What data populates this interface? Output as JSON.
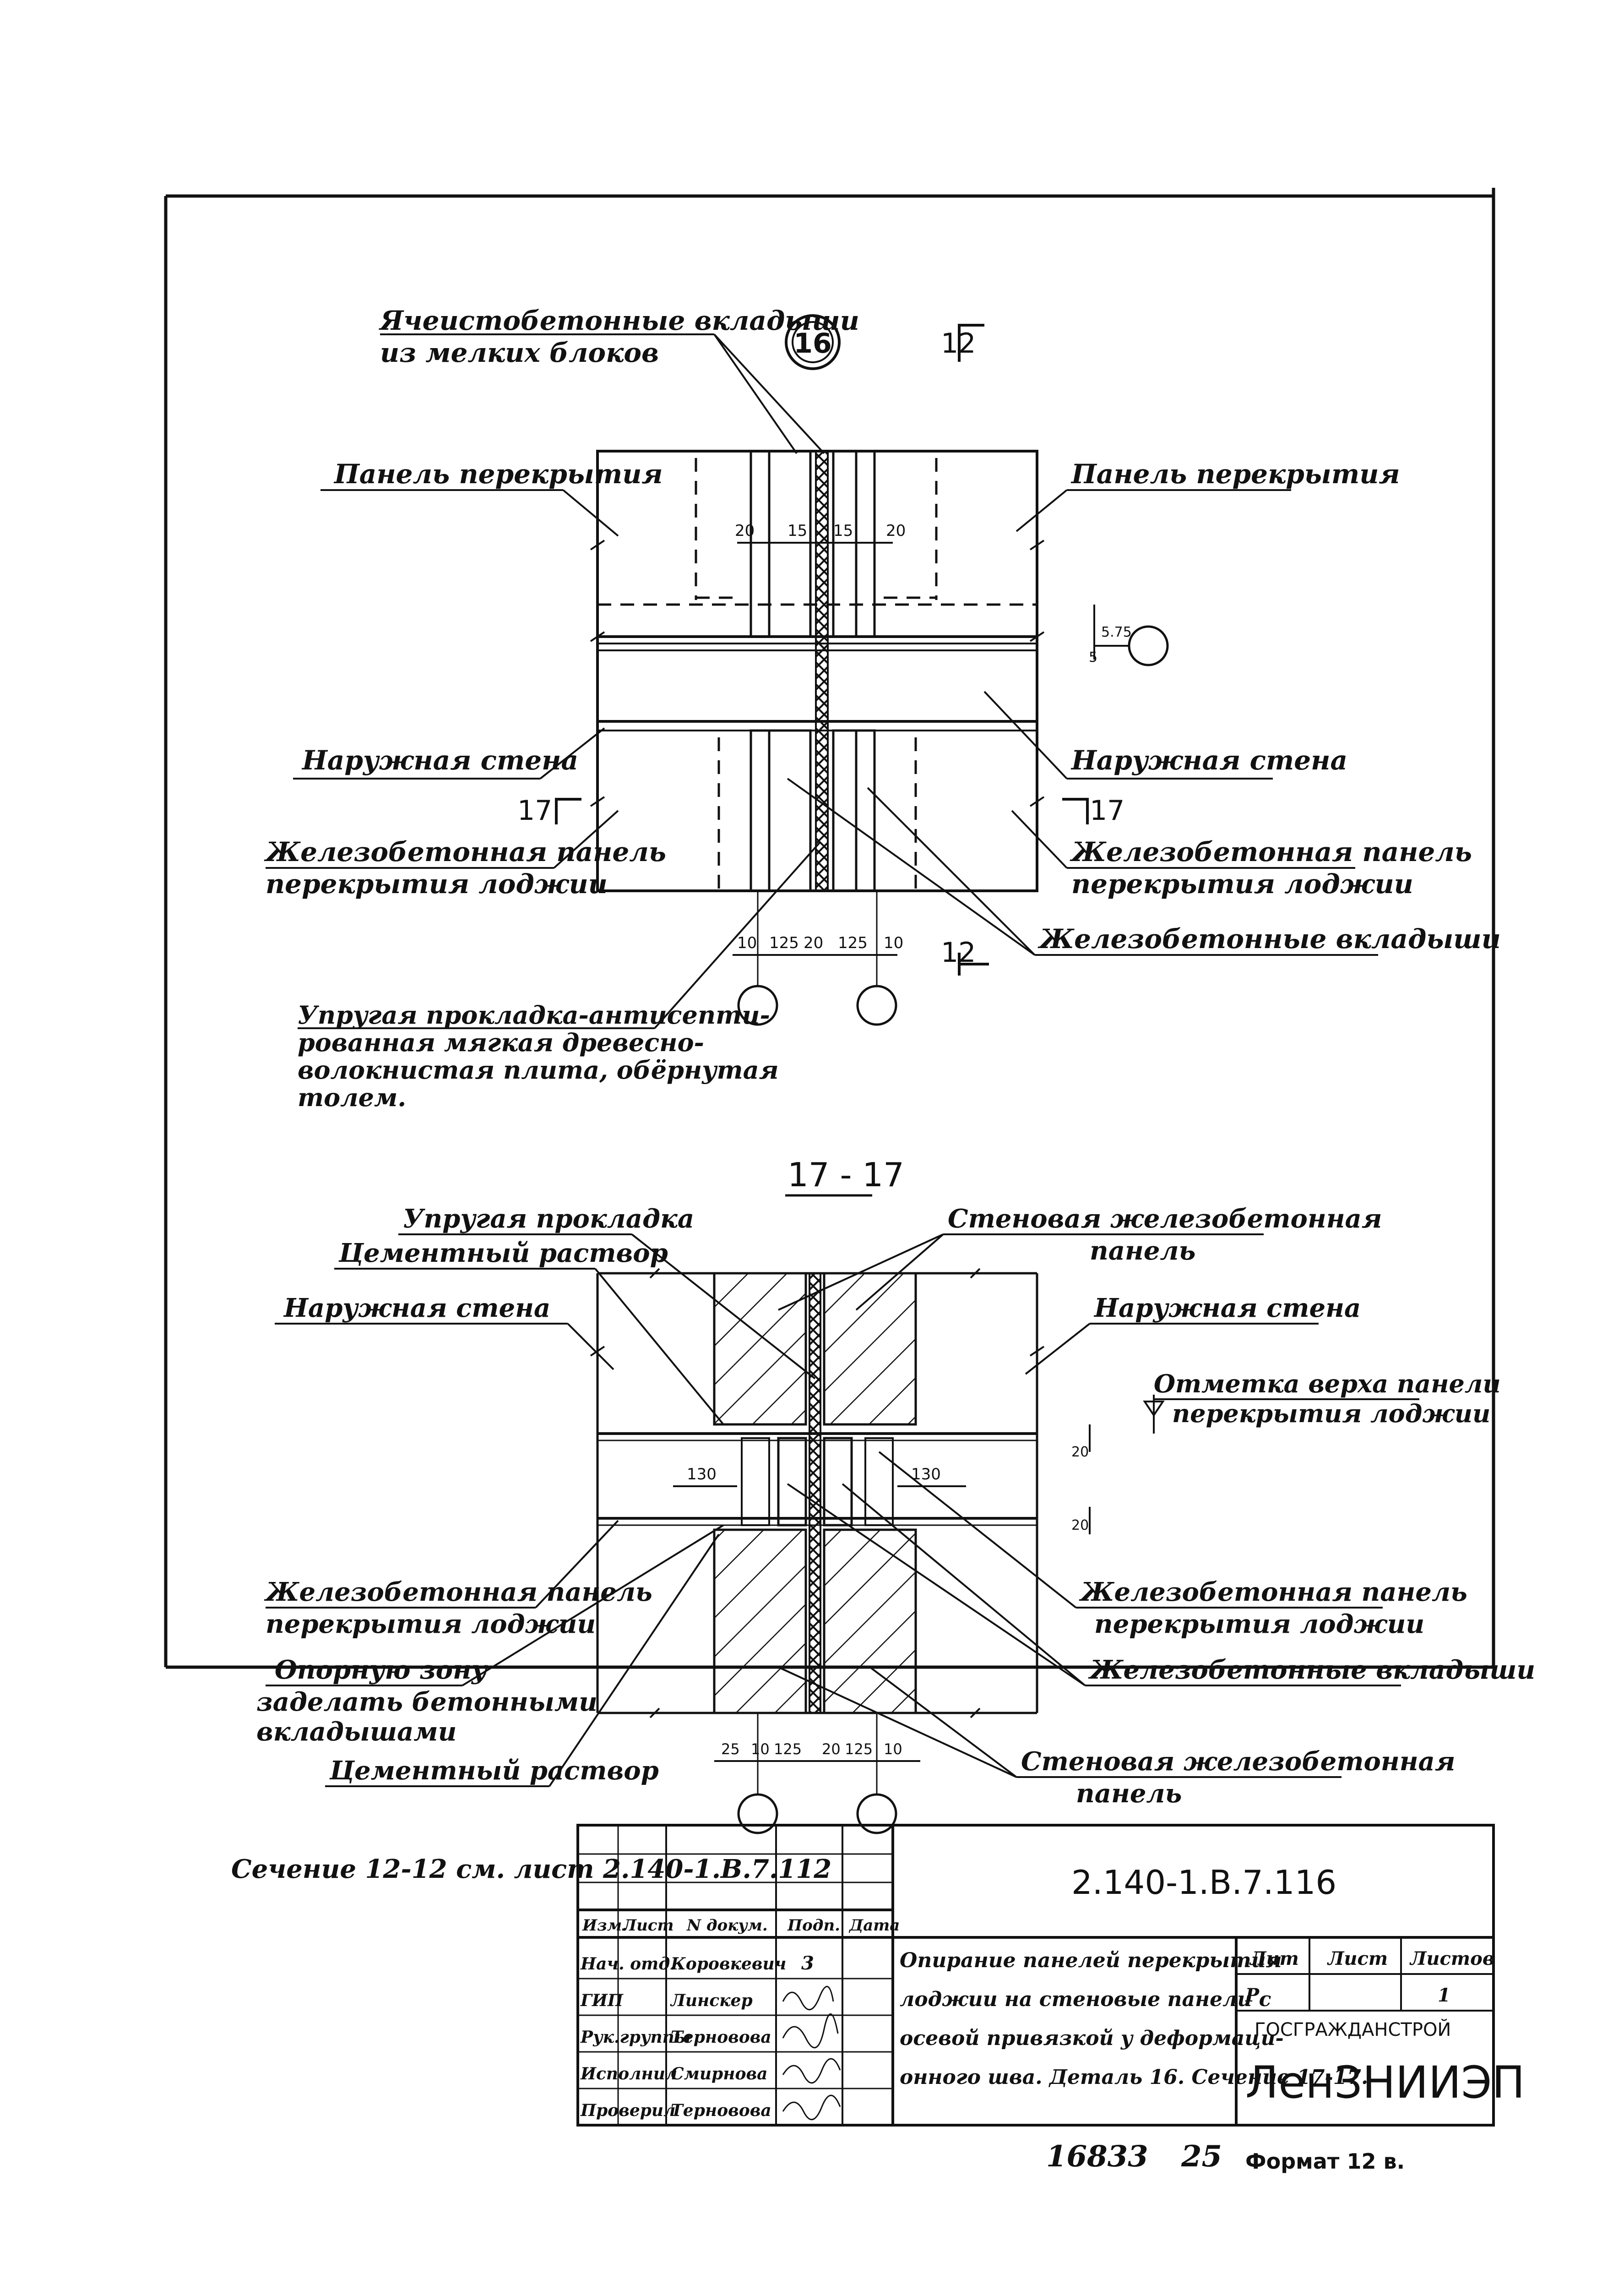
{
  "detail": {
    "marker": "16",
    "section_mark_top": "12",
    "section_mark_bottom": "12",
    "section_mark_left": "17",
    "section_mark_right": "17",
    "labels": {
      "aerated_inserts_1": "Ячеистобетонные вкладыши",
      "aerated_inserts_2": "из мелких блоков",
      "floor_panel_left": "Панель перекрытия",
      "floor_panel_right": "Панель перекрытия",
      "outer_wall_left": "Наружная стена",
      "outer_wall_right": "Наружная стена",
      "loggia_panel_left_1": "Железобетонная панель",
      "loggia_panel_left_2": "перекрытия лоджии",
      "loggia_panel_right_1": "Железобетонная панель",
      "loggia_panel_right_2": "перекрытия лоджии",
      "rc_inserts": "Железобетонные вкладыши",
      "gasket_1": "Упругая прокладка-антисепти-",
      "gasket_2": "рованная мягкая древесно-",
      "gasket_3": "волокнистая плита, обёрнутая",
      "gasket_4": "толем."
    },
    "dims": {
      "d20_left": "20",
      "d15_left": "15",
      "d15_right": "15",
      "d20_right": "20",
      "v5": "5",
      "v575": "5.75",
      "b10_left": "10",
      "b125_left": "125",
      "b20": "20",
      "b125_right": "125",
      "b10_right": "10"
    }
  },
  "section": {
    "title": "17 - 17",
    "labels": {
      "gasket": "Упругая прокладка",
      "cement_mortar_top": "Цементный раствор",
      "outer_wall_left": "Наружная стена",
      "wall_panel_top_1": "Стеновая железобетонная",
      "wall_panel_top_2": "панель",
      "outer_wall_right": "Наружная стена",
      "mark_1": "Отметка верха панели",
      "mark_2": "перекрытия лоджии",
      "loggia_panel_left_1": "Железобетонная панель",
      "loggia_panel_left_2": "перекрытия лоджии",
      "support_1": "Опорную зону",
      "support_2": "заделать бетонными",
      "support_3": "вкладышами",
      "cement_mortar_bottom": "Цементный раствор",
      "loggia_panel_right_1": "Железобетонная панель",
      "loggia_panel_right_2": "перекрытия лоджии",
      "rc_inserts": "Железобетонные вкладыши",
      "wall_panel_bottom_1": "Стеновая железобетонная",
      "wall_panel_bottom_2": "панель"
    },
    "dims": {
      "d130_left": "130",
      "d130_right": "130",
      "v20_top": "20",
      "v20_bottom": "20",
      "b25": "25",
      "b10": "10",
      "b125_left": "125",
      "b20": "20",
      "b125_right": "125",
      "b10_right": "10"
    }
  },
  "note": "Сечение 12-12 см. лист 2.140-1.В.7.112",
  "title_block": {
    "doc_code": "2.140-1.В.7.116",
    "head": [
      "Изм.",
      "Лист",
      "N докум.",
      "Подп.",
      "Дата"
    ],
    "rows": [
      {
        "role": "Нач. отд.",
        "name": "Коровкевич",
        "sign": "3"
      },
      {
        "role": "ГИП",
        "name": "Линскер",
        "sign": ""
      },
      {
        "role": "Рук.группы",
        "name": "Терновова",
        "sign": ""
      },
      {
        "role": "Исполнил",
        "name": "Смирнова",
        "sign": ""
      },
      {
        "role": "Проверил",
        "name": "Терновова",
        "sign": ""
      }
    ],
    "title_1": "Опирание панелей перекрытия",
    "title_2": "лоджии на стеновые панели с",
    "title_3": "осевой привязкой у деформаци-",
    "title_4": "онного шва. Деталь 16. Сечение 17-17.",
    "lit_head": "Лит",
    "sheet_head": "Лист",
    "sheets_head": "Листов",
    "lit": "Р",
    "sheets": "1",
    "org_1": "ГОСГРАЖДАНСТРОЙ",
    "org_2": "ЛенЗНИИЭП"
  },
  "footer": {
    "inv": "16833",
    "num": "25",
    "format": "Формат 12 в."
  }
}
